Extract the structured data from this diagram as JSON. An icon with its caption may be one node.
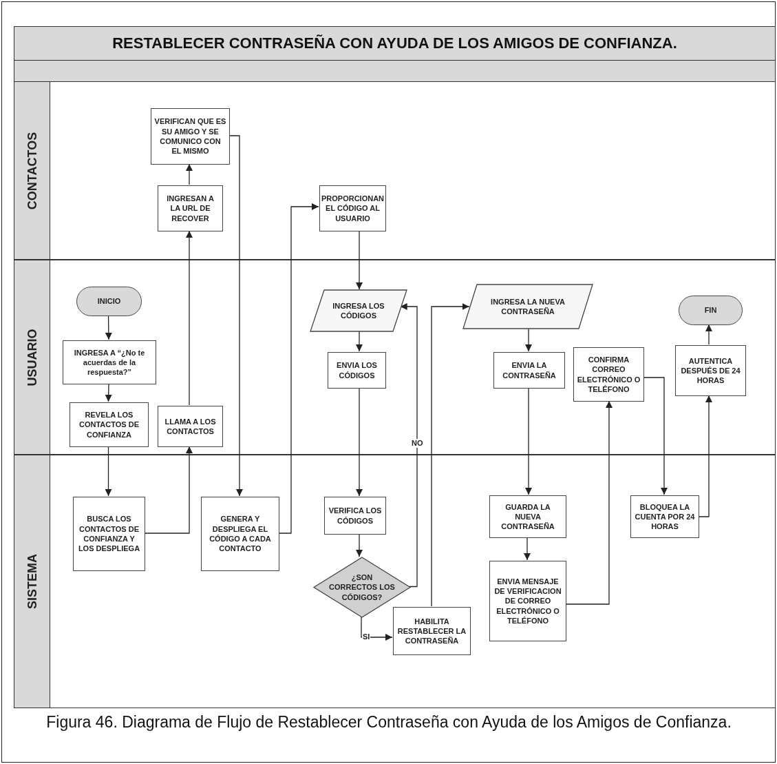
{
  "diagram": {
    "title": "RESTABLECER CONTRASEÑA CON AYUDA DE LOS AMIGOS DE CONFIANZA.",
    "caption": "Figura 46. Diagrama de Flujo de Restablecer Contraseña con Ayuda de los Amigos de Confianza.",
    "nodes": [
      {
        "text": [
          "CONTACTOS"
        ]
      },
      {
        "text": [
          "VERIFICAN QUE ES SU AMIGO Y SE COMUNICO CON EL MISMO"
        ],
        "in": 0
      },
      {
        "text": [
          "INGRESAN A LA URL DE RECOVER"
        ],
        "in": 0
      },
      {
        "text": [
          "PROPORCIONAN EL CÓDIGO AL USUARIO"
        ],
        "in": 0
      },
      {
        "text": [
          "USUARIO"
        ]
      },
      {
        "text": [
          "INICIO"
        ],
        "in": 4
      },
      {
        "text": [
          "INGRESA A “¿No te acuerdas de la respuesta?”"
        ],
        "in": 4
      },
      {
        "text": [
          "REVELA LOS CONTACTOS DE CONFIANZA"
        ],
        "in": 4
      },
      {
        "text": [
          "LLAMA A LOS CONTACTOS"
        ],
        "in": 4
      },
      {
        "text": [
          "INGRESA LOS CÓDIGOS"
        ],
        "in": 4
      },
      {
        "text": [
          "ENVIA LOS CÓDIGOS"
        ],
        "in": 4
      },
      {
        "text": [
          "INGRESA LA NUEVA CONTRASEÑA"
        ],
        "in": 4
      },
      {
        "text": [
          "ENVIA LA CONTRASEÑA"
        ],
        "in": 4
      },
      {
        "text": [
          "CONFIRMA CORREO ELECTRÓNICO O TELÉFONO"
        ],
        "in": 4
      },
      {
        "text": [
          "FIN"
        ],
        "in": 4
      },
      {
        "text": [
          "AUTENTICA DESPUÉS DE 24 HORAS"
        ],
        "in": 4
      },
      {
        "text": [
          "SISTEMA"
        ]
      },
      {
        "text": [
          "BUSCA LOS CONTACTOS DE CONFIANZA Y LOS DESPLIEGA"
        ],
        "in": 16
      },
      {
        "text": [
          "GENERA Y DESPLIEGA EL CÓDIGO A CADA CONTACTO"
        ],
        "in": 16
      },
      {
        "text": [
          "VERIFICA LOS CÓDIGOS"
        ],
        "in": 16
      },
      {
        "text": [
          "¿SON CORRECTOS LOS CÓDIGOS?"
        ],
        "in": 16
      },
      {
        "text": [
          "HABILITA RESTABLECER LA CONTRASEÑA"
        ],
        "in": 16
      },
      {
        "text": [
          "GUARDA LA NUEVA CONTRASEÑA"
        ],
        "in": 16
      },
      {
        "text": [
          "ENVIA MENSAJE DE VERIFICACION DE CORREO ELECTRÓNICO O TELÉFONO"
        ],
        "in": 16
      },
      {
        "text": [
          "BLOQUEA LA CUENTA POR 24 HORAS"
        ],
        "in": 16
      }
    ],
    "edges": [
      {
        "from": 5,
        "to": 6,
        "arrow": "to"
      },
      {
        "from": 6,
        "to": 7,
        "arrow": "to"
      },
      {
        "from": 7,
        "to": 17,
        "arrow": "to"
      },
      {
        "from": 17,
        "to": 8,
        "arrow": "to"
      },
      {
        "from": 8,
        "to": 2,
        "arrow": "to"
      },
      {
        "from": 2,
        "to": 1,
        "arrow": "to"
      },
      {
        "from": 1,
        "to": 18,
        "arrow": "to"
      },
      {
        "from": 18,
        "to": 3,
        "arrow": "to"
      },
      {
        "from": 3,
        "to": 9,
        "arrow": "to"
      },
      {
        "from": 9,
        "to": 10,
        "arrow": "to"
      },
      {
        "from": 10,
        "to": 19,
        "arrow": "to"
      },
      {
        "from": 19,
        "to": 20,
        "arrow": "to"
      },
      {
        "from": 20,
        "to": 9,
        "arrow": "to",
        "label": "NO"
      },
      {
        "from": 20,
        "to": 21,
        "arrow": "to",
        "label": "SI"
      },
      {
        "from": 21,
        "to": 11,
        "arrow": "to"
      },
      {
        "from": 11,
        "to": 12,
        "arrow": "to"
      },
      {
        "from": 12,
        "to": 22,
        "arrow": "to"
      },
      {
        "from": 22,
        "to": 23,
        "arrow": "to"
      },
      {
        "from": 23,
        "to": 13,
        "arrow": "to"
      },
      {
        "from": 13,
        "to": 24,
        "arrow": "to"
      },
      {
        "from": 24,
        "to": 15,
        "arrow": "to"
      },
      {
        "from": 15,
        "to": 14,
        "arrow": "to"
      }
    ]
  }
}
